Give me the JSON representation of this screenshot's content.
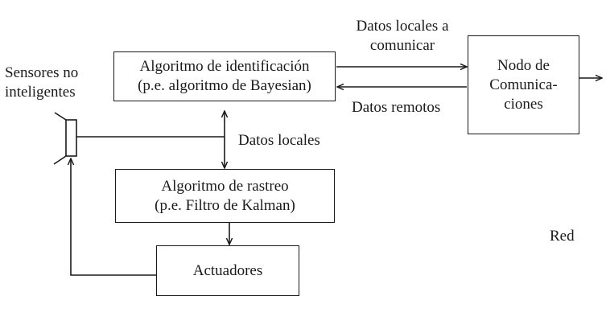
{
  "boxes": {
    "identification": {
      "line1": "Algoritmo de identificación",
      "line2": "(p.e. algoritmo de Bayesian)"
    },
    "tracking": {
      "line1": "Algoritmo de rastreo",
      "line2": "(p.e. Filtro de Kalman)"
    },
    "actuators": {
      "label": "Actuadores"
    },
    "comm_node": {
      "line1": "Nodo de",
      "line2": "Comunica-",
      "line3": "ciones"
    }
  },
  "labels": {
    "sensors": {
      "line1": "Sensores no",
      "line2": "inteligentes"
    },
    "local_data_to_send": {
      "line1": "Datos locales a",
      "line2": "comunicar"
    },
    "remote_data": "Datos remotos",
    "local_data": "Datos locales",
    "network": "Red"
  },
  "colors": {
    "ink": "#1a1a1a",
    "background": "#ffffff"
  }
}
